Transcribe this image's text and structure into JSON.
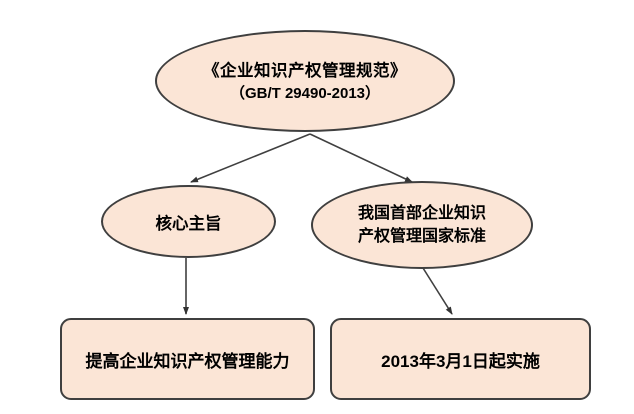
{
  "diagram": {
    "root_node": {
      "title": "《企业知识产权管理规范》",
      "subtitle": "（GB/T 29490-2013）"
    },
    "left_node": {
      "label": "核心主旨"
    },
    "right_node": {
      "line1": "我国首部企业知识",
      "line2": "产权管理国家标准"
    },
    "left_result": {
      "label": "提高企业知识产权管理能力"
    },
    "right_result": {
      "label": "2013年3月1日起实施"
    },
    "colors": {
      "node_fill": "#FBE5D6",
      "node_border": "#3F3F3F",
      "arrow": "#333333",
      "text": "#000000",
      "background": "#FFFFFF"
    }
  }
}
